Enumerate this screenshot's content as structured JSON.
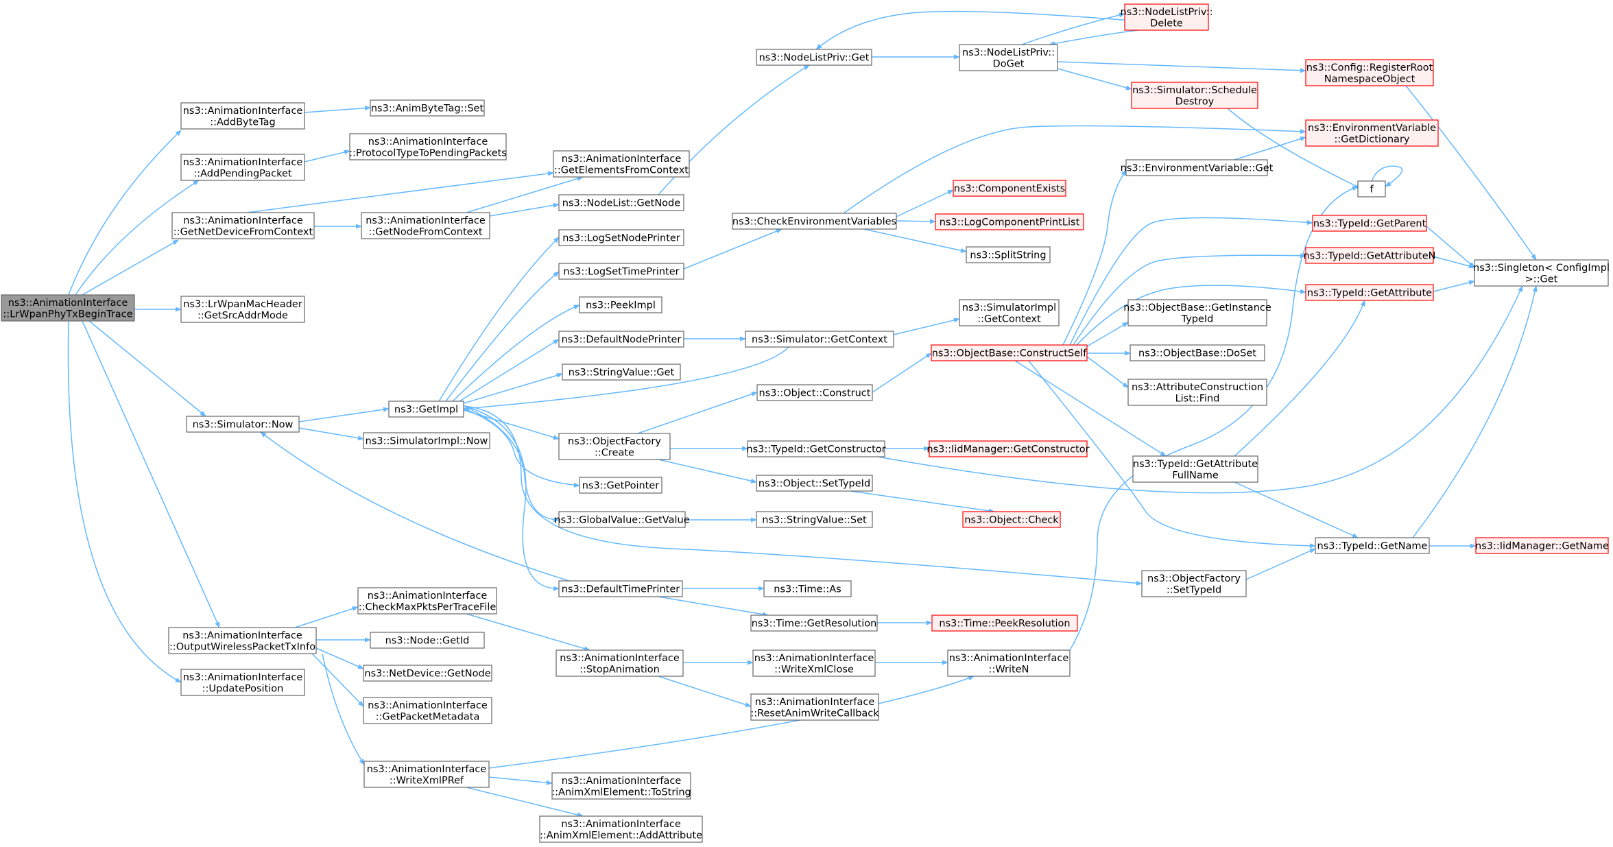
{
  "nodes": {
    "root": [
      "ns3::AnimationInterface",
      "::LrWpanPhyTxBeginTrace"
    ],
    "addByteTag": [
      "ns3::AnimationInterface",
      "::AddByteTag"
    ],
    "animByteTagSet": [
      "ns3::AnimByteTag::Set"
    ],
    "addPendingPacket": [
      "ns3::AnimationInterface",
      "::AddPendingPacket"
    ],
    "protocolTypeToPending": [
      "ns3::AnimationInterface",
      "::ProtocolTypeToPendingPackets"
    ],
    "getNetDeviceFromContext": [
      "ns3::AnimationInterface",
      "::GetNetDeviceFromContext"
    ],
    "getElementsFromContext": [
      "ns3::AnimationInterface",
      "::GetElementsFromContext"
    ],
    "getNodeFromContext": [
      "ns3::AnimationInterface",
      "::GetNodeFromContext"
    ],
    "nodeListGetNode": [
      "ns3::NodeList::GetNode"
    ],
    "nodeListPrivGet": [
      "ns3::NodeListPriv::Get"
    ],
    "nodeListPrivDoGet": [
      "ns3::NodeListPriv::",
      "DoGet"
    ],
    "nodeListPrivDelete": [
      "ns3::NodeListPriv::",
      "Delete"
    ],
    "configRegisterRoot": [
      "ns3::Config::RegisterRoot",
      "NamespaceObject"
    ],
    "simulatorScheduleDestroy": [
      "ns3::Simulator::Schedule",
      "Destroy"
    ],
    "envVarGetDictionary": [
      "ns3::EnvironmentVariable",
      "::GetDictionary"
    ],
    "envVarGet": [
      "ns3::EnvironmentVariable::Get"
    ],
    "f": [
      "f"
    ],
    "checkEnvVars": [
      "ns3::CheckEnvironmentVariables"
    ],
    "componentExists": [
      "ns3::ComponentExists"
    ],
    "logComponentPrintList": [
      "ns3::LogComponentPrintList"
    ],
    "splitString": [
      "ns3::SplitString"
    ],
    "typeIdGetParent": [
      "ns3::TypeId::GetParent"
    ],
    "typeIdGetAttributeN": [
      "ns3::TypeId::GetAttributeN"
    ],
    "typeIdGetAttribute": [
      "ns3::TypeId::GetAttribute"
    ],
    "singletonGet": [
      "ns3::Singleton< ConfigImpl",
      " >::Get"
    ],
    "lrWpanGetSrcAddrMode": [
      "ns3::LrWpanMacHeader",
      "::GetSrcAddrMode"
    ],
    "logSetNodePrinter": [
      "ns3::LogSetNodePrinter"
    ],
    "logSetTimePrinter": [
      "ns3::LogSetTimePrinter"
    ],
    "peekImpl": [
      "ns3::PeekImpl"
    ],
    "defaultNodePrinter": [
      "ns3::DefaultNodePrinter"
    ],
    "simulatorGetContext": [
      "ns3::Simulator::GetContext"
    ],
    "simulatorImplGetContext": [
      "ns3::SimulatorImpl",
      "::GetContext"
    ],
    "stringValueGet": [
      "ns3::StringValue::Get"
    ],
    "objectConstruct": [
      "ns3::Object::Construct"
    ],
    "objectBaseConstructSelf": [
      "ns3::ObjectBase::ConstructSelf"
    ],
    "objectBaseGetInstanceTypeId": [
      "ns3::ObjectBase::GetInstance",
      "TypeId"
    ],
    "objectBaseDoSet": [
      "ns3::ObjectBase::DoSet"
    ],
    "attrConstructionListFind": [
      "ns3::AttributeConstruction",
      "List::Find"
    ],
    "simulatorNow": [
      "ns3::Simulator::Now"
    ],
    "getImpl": [
      "ns3::GetImpl"
    ],
    "simulatorImplNow": [
      "ns3::SimulatorImpl::Now"
    ],
    "objectFactoryCreate": [
      "ns3::ObjectFactory",
      "::Create"
    ],
    "typeIdGetConstructor": [
      "ns3::TypeId::GetConstructor"
    ],
    "iidManagerGetConstructor": [
      "ns3::IidManager::GetConstructor"
    ],
    "typeIdGetAttributeFullName": [
      "ns3::TypeId::GetAttribute",
      "FullName"
    ],
    "getPointer": [
      "ns3::GetPointer"
    ],
    "objectSetTypeId": [
      "ns3::Object::SetTypeId"
    ],
    "globalValueGetValue": [
      "ns3::GlobalValue::GetValue"
    ],
    "stringValueSet": [
      "ns3::StringValue::Set"
    ],
    "objectCheck": [
      "ns3::Object::Check"
    ],
    "typeIdGetName": [
      "ns3::TypeId::GetName"
    ],
    "iidManagerGetName": [
      "ns3::IidManager::GetName"
    ],
    "objectFactorySetTypeId": [
      "ns3::ObjectFactory",
      "::SetTypeId"
    ],
    "defaultTimePrinter": [
      "ns3::DefaultTimePrinter"
    ],
    "timeAs": [
      "ns3::Time::As"
    ],
    "timeGetResolution": [
      "ns3::Time::GetResolution"
    ],
    "timePeekResolution": [
      "ns3::Time::PeekResolution"
    ],
    "checkMaxPkts": [
      "ns3::AnimationInterface",
      "::CheckMaxPktsPerTraceFile"
    ],
    "outputWirelessPacketTxInfo": [
      "ns3::AnimationInterface",
      "::OutputWirelessPacketTxInfo"
    ],
    "nodeGetId": [
      "ns3::Node::GetId"
    ],
    "netDeviceGetNode": [
      "ns3::NetDevice::GetNode"
    ],
    "getPacketMetadata": [
      "ns3::AnimationInterface",
      "::GetPacketMetadata"
    ],
    "stopAnimation": [
      "ns3::AnimationInterface",
      "::StopAnimation"
    ],
    "writeXmlClose": [
      "ns3::AnimationInterface",
      "::WriteXmlClose"
    ],
    "writeN": [
      "ns3::AnimationInterface",
      "::WriteN"
    ],
    "resetAnimWriteCallback": [
      "ns3::AnimationInterface",
      "::ResetAnimWriteCallback"
    ],
    "updatePosition": [
      "ns3::AnimationInterface",
      "::UpdatePosition"
    ],
    "writeXmlPRef": [
      "ns3::AnimationInterface",
      "::WriteXmlPRef"
    ],
    "animXmlToString": [
      "ns3::AnimationInterface",
      "::AnimXmlElement::ToString"
    ],
    "animXmlAddAttribute": [
      "ns3::AnimationInterface",
      "::AnimXmlElement::AddAttribute"
    ]
  },
  "colors": {
    "edge": "#63b8ff",
    "node_border": "#666666",
    "highlight_border": "#ff0000",
    "highlight_fill": "#fff0f0",
    "root_fill": "#999999"
  }
}
